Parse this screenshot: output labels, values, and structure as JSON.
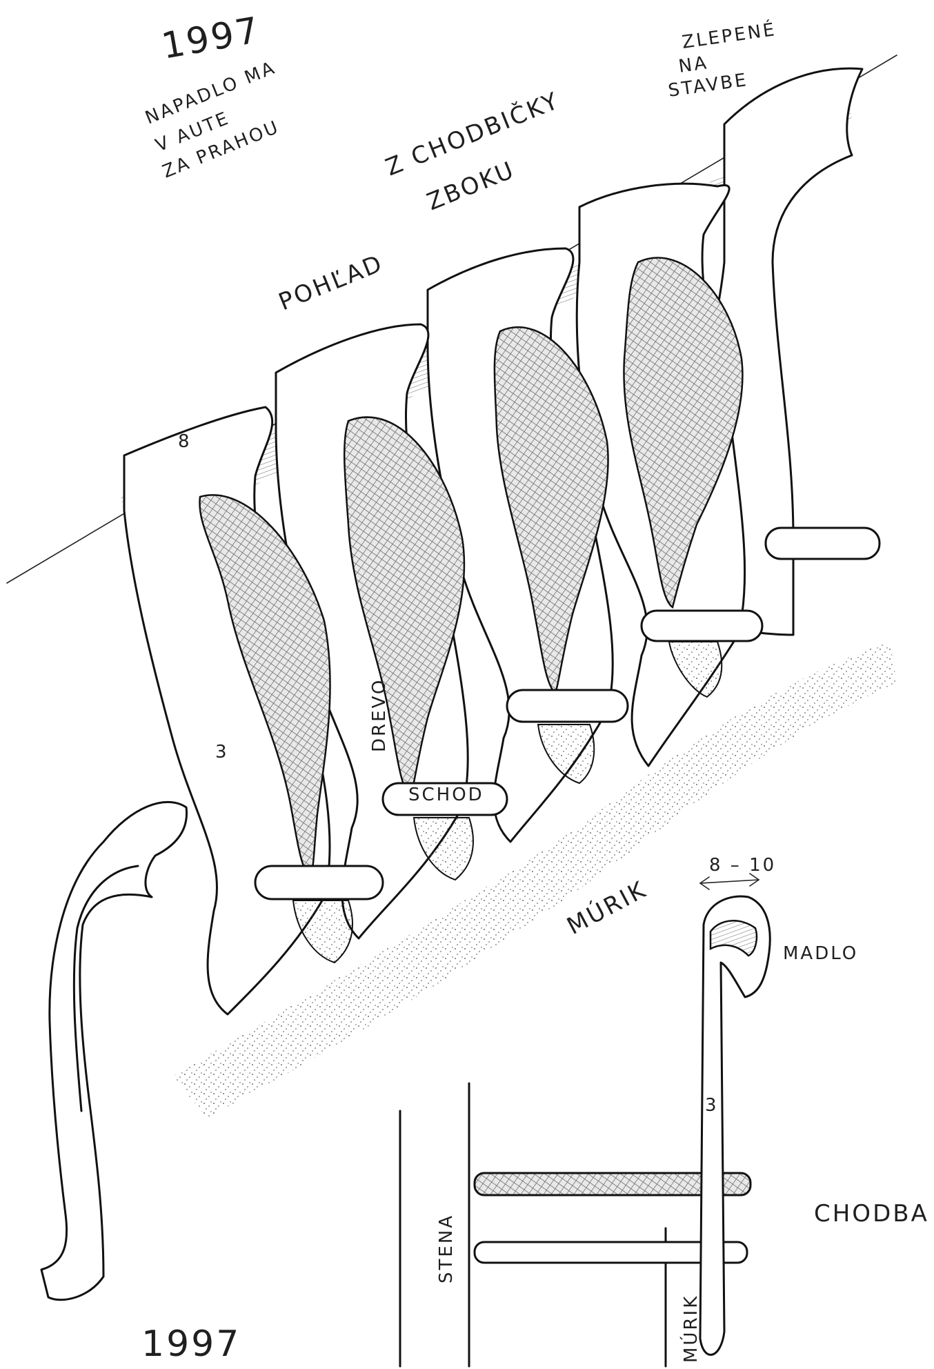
{
  "notes": {
    "year_top": "1997",
    "idea_line1": "NAPADLO MA",
    "idea_line2": "V AUTE",
    "idea_line3": "ZA PRAHOU",
    "glued_line1": "ZLEPENÉ",
    "glued_line2": "NA",
    "glued_line3": "STAVBE",
    "year_bottom": "1997"
  },
  "view_title": {
    "line1": "Z CHODBIČKY",
    "line2": "ZBOKU",
    "line3": "POHĽAD"
  },
  "labels": {
    "number_8": "8",
    "number_3": "3",
    "wood": "DREVO",
    "step": "SCHOD",
    "low_wall": "MÚRIK",
    "width_range": "8 – 10",
    "handrail": "MADLO",
    "section_number_3": "3",
    "corridor": "CHODBA",
    "wall": "STENA",
    "low_wall_section": "MÚRIK"
  },
  "colors": {
    "ink": "#111111",
    "paper": "#ffffff"
  }
}
